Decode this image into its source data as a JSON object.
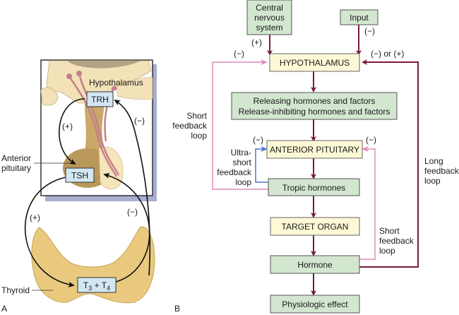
{
  "panel_a": {
    "letter": "A",
    "hypothalamus_label": "Hypothalamus",
    "anterior_pituitary_label": [
      "Anterior",
      "pituitary"
    ],
    "thyroid_label": "Thyroid",
    "trh": "TRH",
    "tsh": "TSH",
    "t3_t4": {
      "t": "T",
      "sub1": "3",
      "plus": " + ",
      "sub2": "4"
    },
    "sign_plus_upper": "(+)",
    "sign_minus_upper": "(−)",
    "sign_plus_lower": "(+)",
    "sign_minus_lower": "(−)"
  },
  "panel_b": {
    "letter": "B",
    "boxes": {
      "cns": [
        "Central",
        "nervous",
        "system"
      ],
      "input": "Input",
      "hypothalamus": "HYPOTHALAMUS",
      "releasing": [
        "Releasing hormones and factors",
        "Release-inhibiting hormones and factors"
      ],
      "anterior_pituitary": "ANTERIOR PITUITARY",
      "tropic": "Tropic hormones",
      "target": "TARGET ORGAN",
      "hormone": "Hormone",
      "effect": "Physiologic effect"
    },
    "signs": {
      "cns": "(+)",
      "input": "(−)",
      "short_left": "(−)",
      "long": "(−) or (+)",
      "ultra": "(−)",
      "short_right": "(−)"
    },
    "loops": {
      "short_left": [
        "Short",
        "feedback",
        "loop"
      ],
      "ultra_short": [
        "Ultra-",
        "short",
        "feedback",
        "loop"
      ],
      "long": [
        "Long",
        "feedback",
        "loop"
      ],
      "short_right": [
        "Short",
        "feedback",
        "loop"
      ]
    },
    "colors": {
      "green_box": "#d3e6d0",
      "yellow_box": "#fdf9d6",
      "main_arrow": "#7a1a3a",
      "short_loop": "#e08ab8",
      "ultra_loop": "#4a78c8"
    }
  }
}
